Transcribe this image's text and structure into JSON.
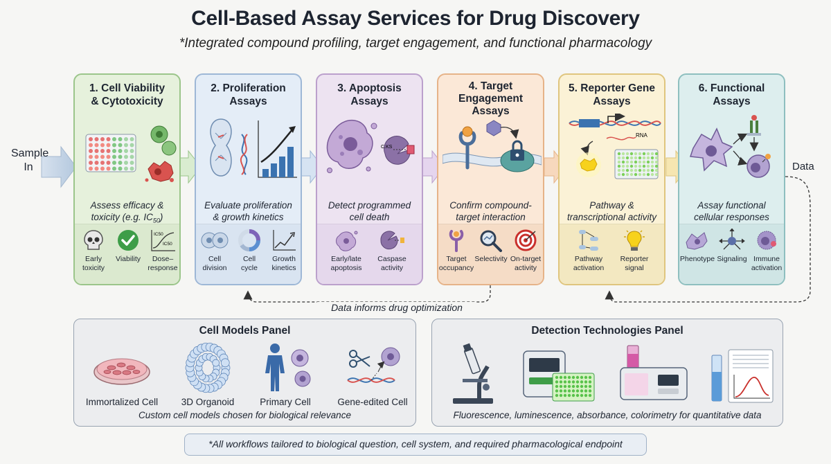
{
  "header": {
    "title": "Cell-Based Assay Services for Drug Discovery",
    "subtitle": "*Integrated compound profiling, target engagement, and functional pharmacology"
  },
  "flow": {
    "input_label_line1": "Sample",
    "input_label_line2": "In",
    "output_label": "Data",
    "feedback_label": "Data informs drug optimization"
  },
  "stages": [
    {
      "title_lines": [
        "1. Cell Viability",
        "& Cytotoxicity"
      ],
      "desc_lines": [
        "Assess efficacy &",
        "toxicity (e.g. IC"
      ],
      "desc_sub": "50",
      "desc_tail": ")",
      "color": "#e6f1dc",
      "border": "#9bc58a",
      "subs": [
        {
          "lines": [
            "Early",
            "toxicity"
          ],
          "icon": "skull-icon"
        },
        {
          "lines": [
            "Viability"
          ],
          "icon": "checkmark-icon"
        },
        {
          "lines": [
            "Dose–",
            "response"
          ],
          "icon": "dose-response-curve-icon"
        }
      ],
      "ic50_label": "IC50"
    },
    {
      "title_lines": [
        "2. Proliferation",
        "Assays"
      ],
      "desc_lines": [
        "Evaluate proliferation",
        "& growth kinetics"
      ],
      "color": "#e4edf7",
      "border": "#9db7d6",
      "subs": [
        {
          "lines": [
            "Cell",
            "division"
          ],
          "icon": "cell-division-icon"
        },
        {
          "lines": [
            "Cell",
            "cycle"
          ],
          "icon": "cell-cycle-icon"
        },
        {
          "lines": [
            "Growth",
            "kinetics"
          ],
          "icon": "growth-chart-icon"
        }
      ]
    },
    {
      "title_lines": [
        "3. Apoptosis",
        "Assays"
      ],
      "desc_lines": [
        "Detect programmed",
        "cell death"
      ],
      "color": "#ede3f1",
      "border": "#bba0cc",
      "subs": [
        {
          "lines": [
            "Early/late",
            "apoptosis"
          ],
          "icon": "apoptotic-cell-icon"
        },
        {
          "lines": [
            "Caspase",
            "activity"
          ],
          "icon": "caspase-icon"
        }
      ],
      "casp_label": "C.KS"
    },
    {
      "title_lines": [
        "4. Target",
        "Engagement",
        "Assays"
      ],
      "desc_lines": [
        "Confirm compound-",
        "target interaction"
      ],
      "color": "#fbe8d7",
      "border": "#e6b388",
      "subs": [
        {
          "lines": [
            "Target",
            "occupancy"
          ],
          "icon": "receptor-icon"
        },
        {
          "lines": [
            "Selectivity"
          ],
          "icon": "magnifier-icon"
        },
        {
          "lines": [
            "On-target",
            "activity"
          ],
          "icon": "target-icon"
        }
      ]
    },
    {
      "title_lines": [
        "5. Reporter Gene",
        "Assays"
      ],
      "desc_lines": [
        "Pathway &",
        "transcriptional activity"
      ],
      "color": "#fbf2d6",
      "border": "#dfc57e",
      "subs": [
        {
          "lines": [
            "Pathway",
            "activation"
          ],
          "icon": "pathway-icon"
        },
        {
          "lines": [
            "Reporter",
            "signal"
          ],
          "icon": "lightbulb-icon"
        }
      ],
      "rna_label": "RNA"
    },
    {
      "title_lines": [
        "6. Functional",
        "Assays"
      ],
      "desc_lines": [
        "Assay functional",
        "cellular responses"
      ],
      "color": "#ddeeee",
      "border": "#8ebfbf",
      "subs": [
        {
          "lines": [
            "Phenotype"
          ],
          "icon": "phenotype-cell-icon"
        },
        {
          "lines": [
            "Signaling"
          ],
          "icon": "signaling-icon"
        },
        {
          "lines": [
            "Immune",
            "activation"
          ],
          "icon": "immune-cell-icon"
        }
      ]
    }
  ],
  "cell_models_panel": {
    "title": "Cell Models Panel",
    "items": [
      {
        "label": "Immortalized Cell",
        "icon": "petri-dish-icon"
      },
      {
        "label": "3D Organoid",
        "icon": "organoid-icon"
      },
      {
        "label": "Primary Cell",
        "icon": "human-figure-icon"
      },
      {
        "label": "Gene-edited Cell",
        "icon": "gene-editing-icon"
      }
    ],
    "caption": "Custom cell models chosen for biological relevance"
  },
  "detection_panel": {
    "title": "Detection Technologies Panel",
    "items": [
      {
        "icon": "microscope-icon"
      },
      {
        "icon": "plate-reader-icon"
      },
      {
        "icon": "spectrophotometer-icon"
      },
      {
        "icon": "data-readout-icon"
      }
    ],
    "caption": "Fluorescence, luminescence, absorbance, colorimetry for quantitative data"
  },
  "footnote": "*All workflows tailored to biological question, cell system, and required pharmacological endpoint"
}
